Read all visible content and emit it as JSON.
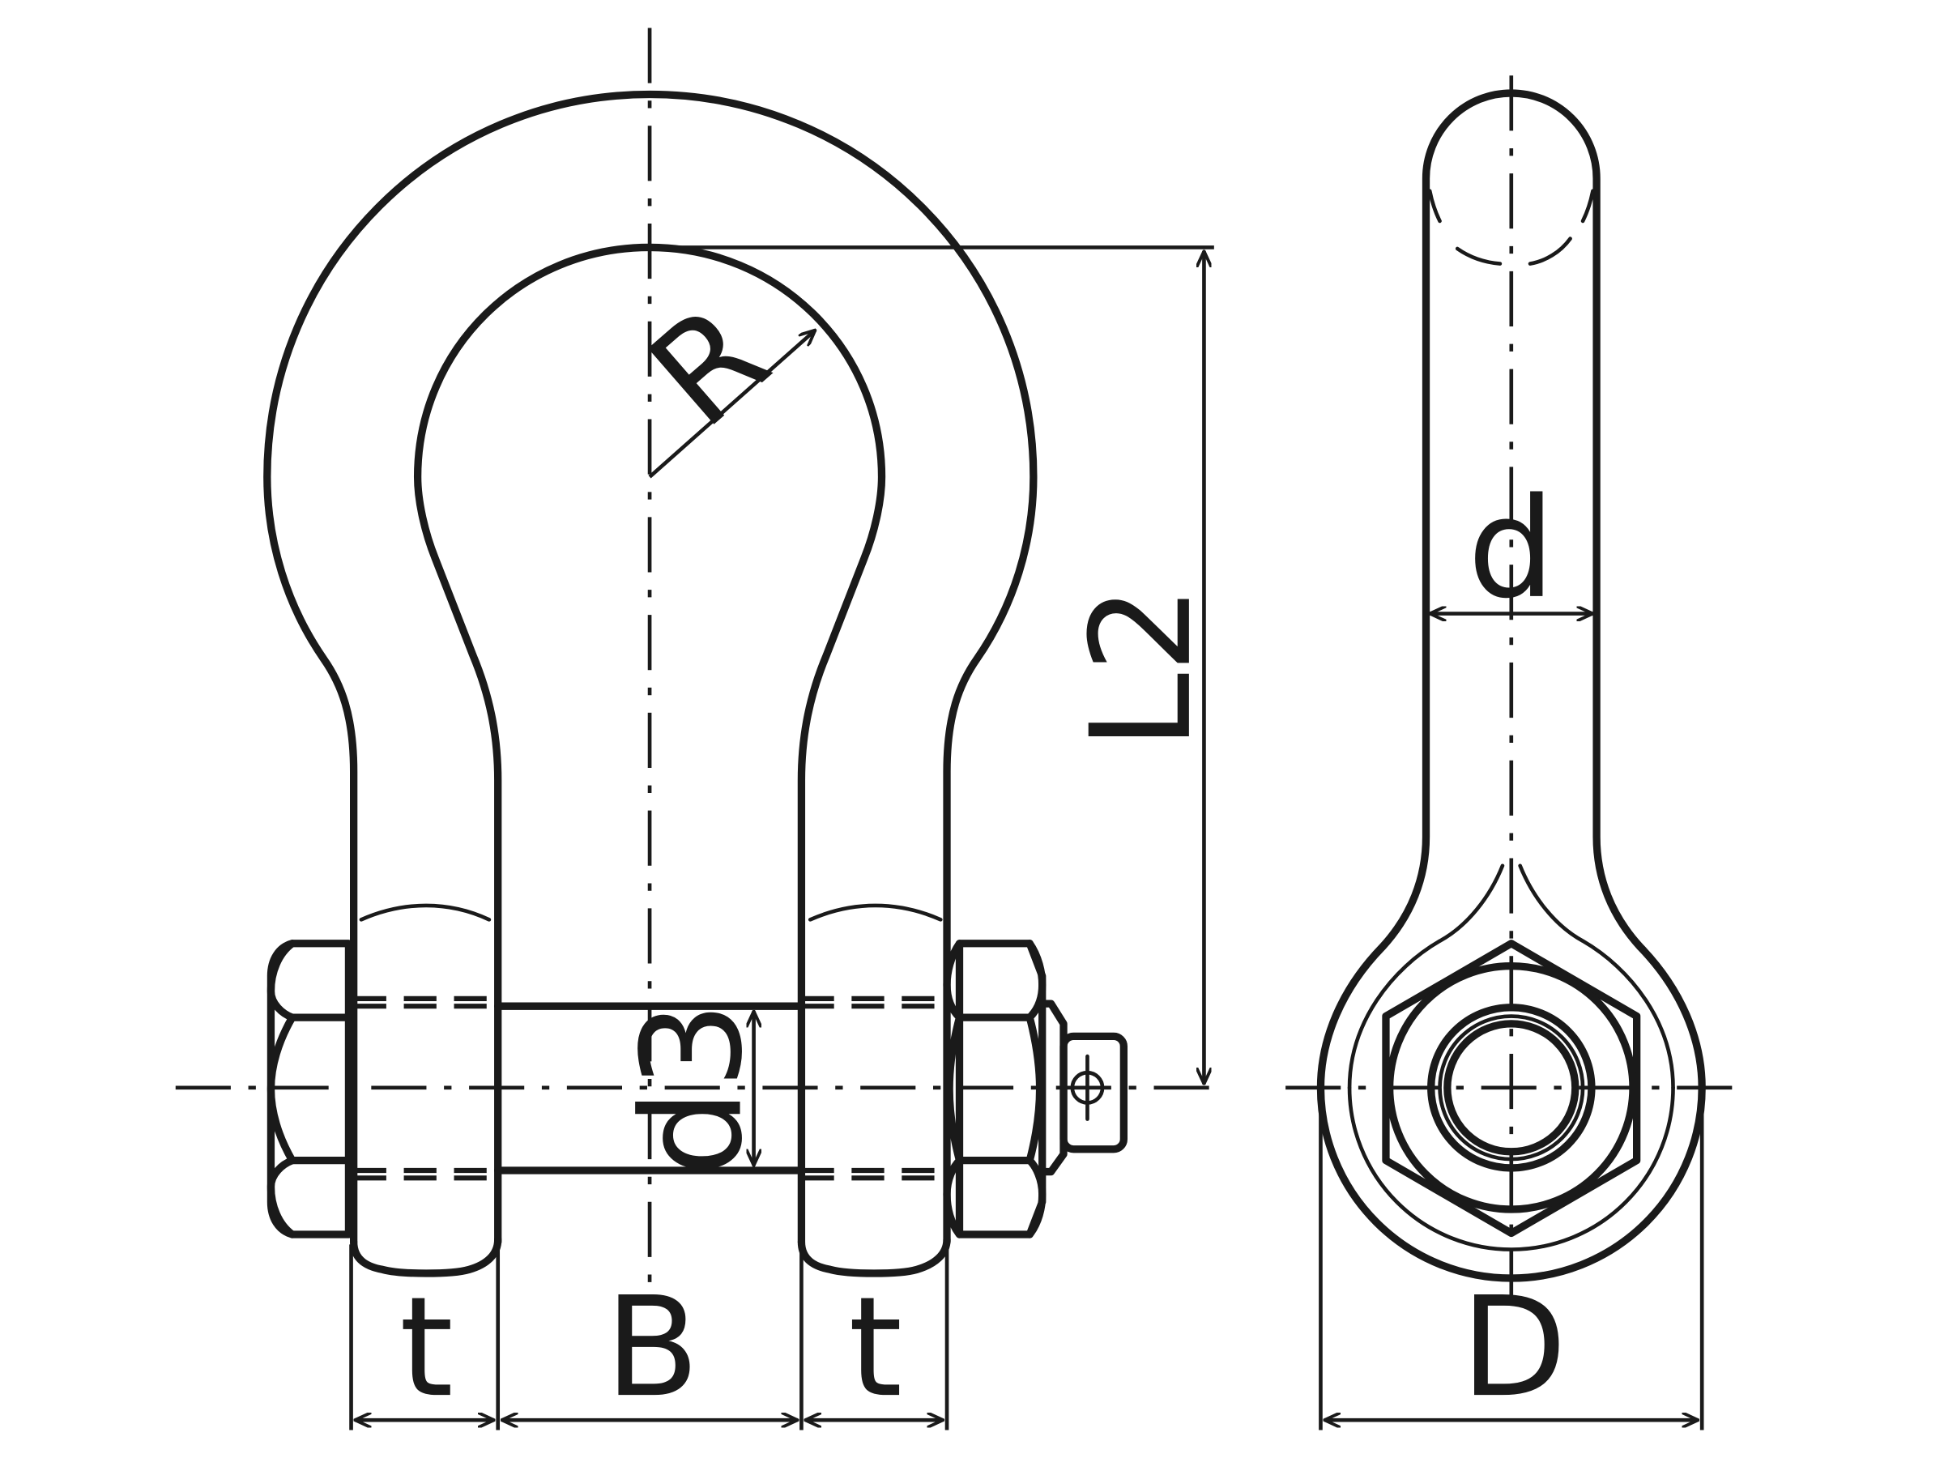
{
  "diagram": {
    "labels": {
      "R": "R",
      "L2": "L2",
      "d": "d",
      "d3": "d3",
      "t_left": "t",
      "B": "B",
      "t_right": "t",
      "D": "D"
    },
    "colors": {
      "line": "#1a1a1a",
      "background": "#ffffff"
    }
  }
}
